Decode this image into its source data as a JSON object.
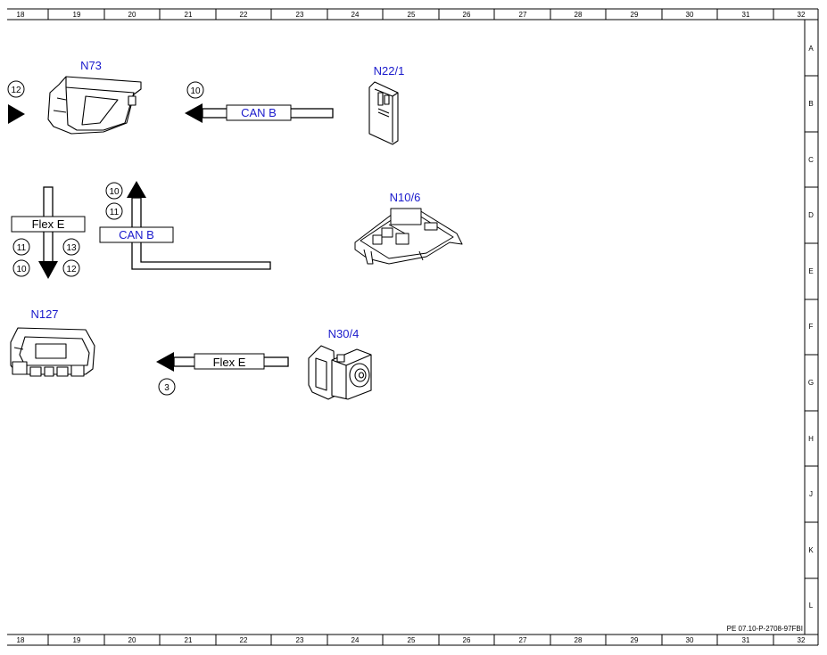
{
  "grid": {
    "columns": [
      "18",
      "19",
      "20",
      "21",
      "22",
      "23",
      "24",
      "25",
      "26",
      "27",
      "28",
      "29",
      "30",
      "31",
      "32"
    ],
    "rows": [
      "A",
      "B",
      "C",
      "D",
      "E",
      "F",
      "G",
      "H",
      "J",
      "K",
      "L"
    ]
  },
  "components": {
    "n73": "N73",
    "n22_1": "N22/1",
    "n10_6": "N10/6",
    "n127": "N127",
    "n30_4": "N30/4"
  },
  "buses": {
    "can_b_top": "CAN B",
    "can_b_mid": "CAN B",
    "flex_e_left": "Flex E",
    "flex_e_bottom": "Flex E"
  },
  "refs": {
    "r12_top": "12",
    "r10_top": "10",
    "r10_mid": "10",
    "r11_mid": "11",
    "r11_left": "11",
    "r13_left": "13",
    "r10_left": "10",
    "r12_left": "12",
    "r3_bottom": "3"
  },
  "footer": {
    "code": "PE 07.10-P-2708-97FBI"
  }
}
